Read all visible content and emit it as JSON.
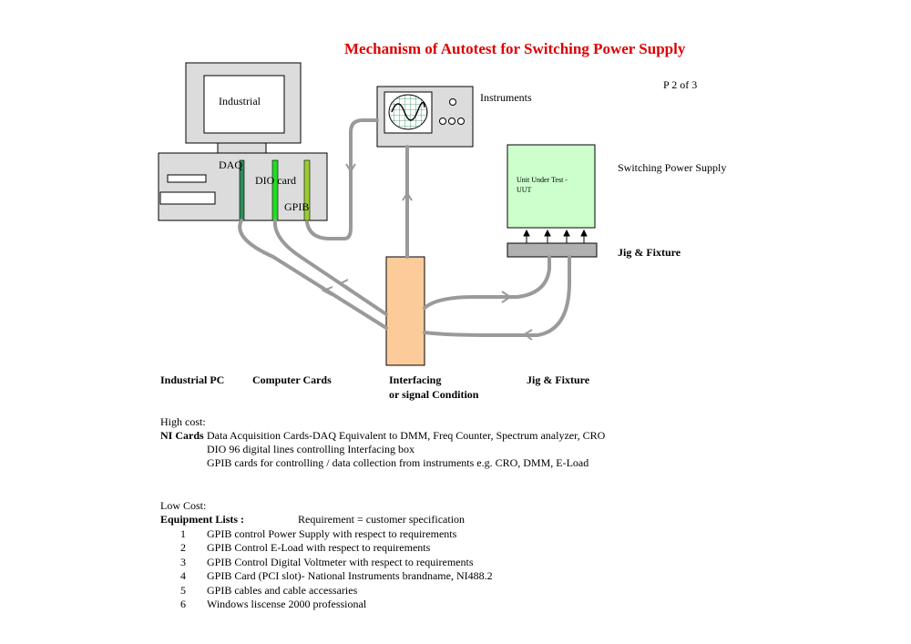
{
  "title": "Mechanism of Autotest for Switching Power Supply",
  "page_number": "P 2 of 3",
  "diagram": {
    "monitor_label": "Industrial",
    "daq_label": "DAQ",
    "dio_label": "DIO card",
    "gpib_label": "GPIB",
    "instruments_label": "Instruments",
    "uut_line1": "Unit Under Test -",
    "uut_line2": "UUT",
    "switching_power_supply_label": "Switching Power Supply",
    "jig_fixture_label": "Jig & Fixture",
    "colors": {
      "title_red": "#dd0000",
      "cable_gray": "#9a9a9a",
      "interface_box": "#fccb9a",
      "uut_box": "#ccffcc",
      "daq_card": "#2e8b57",
      "dio_card": "#22dd22",
      "gpib_card": "#99cc33"
    }
  },
  "captions": {
    "industrial_pc": "Industrial PC",
    "computer_cards": "Computer Cards",
    "interfacing_line1": "Interfacing",
    "interfacing_line2": "or signal Condition",
    "jig_fixture": "Jig & Fixture"
  },
  "high_cost": {
    "heading": "High cost:",
    "ni_cards_label": "NI Cards",
    "lines": [
      "Data Acquisition Cards-DAQ   Equivalent to DMM, Freq Counter, Spectrum analyzer, CRO",
      "DIO 96 digital lines controlling Interfacing box",
      "GPIB cards for controlling / data collection from instruments e.g. CRO, DMM, E-Load"
    ]
  },
  "low_cost": {
    "heading": "Low Cost:",
    "equipment_label": "Equipment Lists :",
    "requirement_text": "Requirement = customer specification",
    "items": [
      {
        "num": "1",
        "text": "GPIB control Power Supply with respect to requirements"
      },
      {
        "num": "2",
        "text": "GPIB Control E-Load with respect to requirements"
      },
      {
        "num": "3",
        "text": "GPIB Control Digital Voltmeter with respect to requirements"
      },
      {
        "num": "4",
        "text": "GPIB Card (PCI slot)- National Instruments brandname, NI488.2"
      },
      {
        "num": "5",
        "text": "GPIB cables and cable accessaries"
      },
      {
        "num": "6",
        "text": "Windows liscense 2000 professional"
      }
    ]
  }
}
